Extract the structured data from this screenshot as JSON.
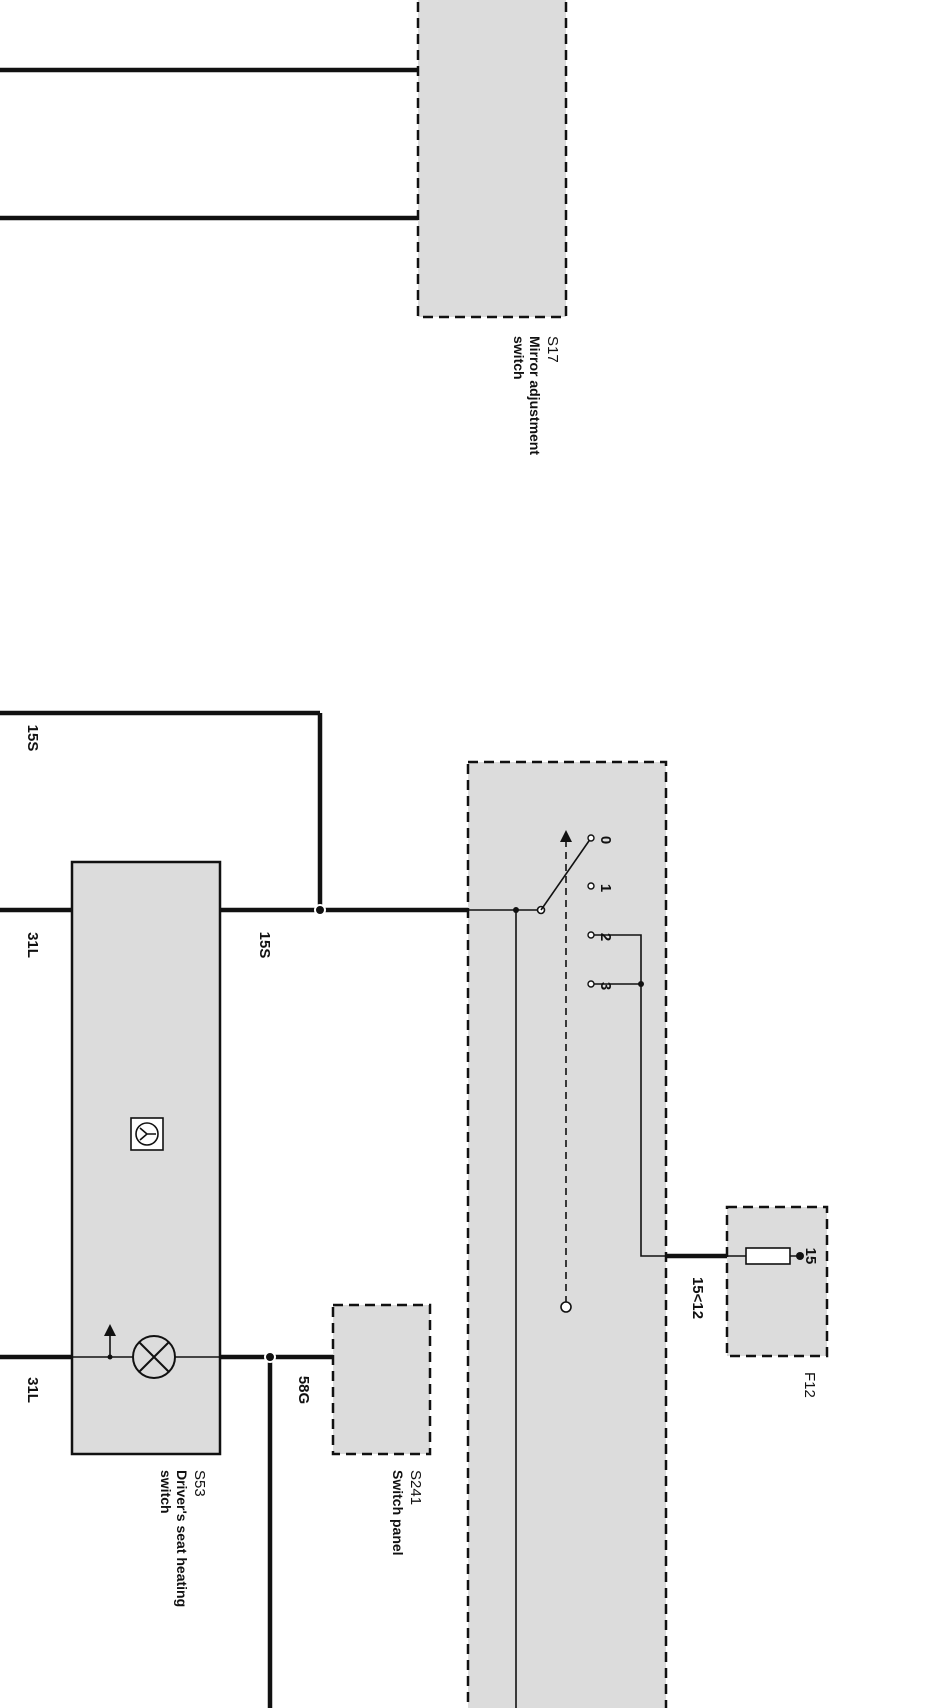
{
  "components": {
    "s17": {
      "code": "S17",
      "name_line1": "Mirror adjustment",
      "name_line2": "switch"
    },
    "s53": {
      "code": "S53",
      "name_line1": "Driver's seat heating",
      "name_line2": "switch"
    },
    "s241": {
      "code": "S241",
      "name_line1": "Switch panel"
    },
    "f12": {
      "code": "F12",
      "fuse_pin": "15"
    }
  },
  "wires": {
    "w15s_top": "15S",
    "w15s_mid": "15S",
    "w31l_upper": "31L",
    "w31l_lower": "31L",
    "w58g": "58G",
    "w15_12": "15<12"
  },
  "switch_positions": [
    "0",
    "1",
    "2",
    "3"
  ],
  "colors": {
    "component_fill": "#dcdcdc",
    "line": "#111111"
  }
}
